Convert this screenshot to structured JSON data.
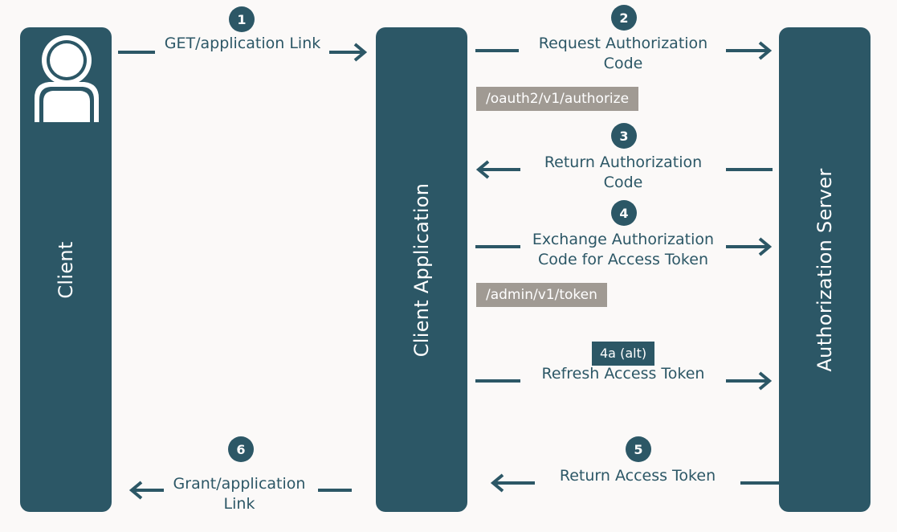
{
  "actors": {
    "client": "Client",
    "client_app": "Client Application",
    "auth_server": "Authorization Server"
  },
  "steps": [
    {
      "num": "1",
      "label": "GET/application Link"
    },
    {
      "num": "2",
      "label_line1": "Request Authorization",
      "label_line2": "Code",
      "endpoint": "/oauth2/v1/authorize"
    },
    {
      "num": "3",
      "label_line1": "Return Authorization",
      "label_line2": "Code"
    },
    {
      "num": "4",
      "label_line1": "Exchange Authorization",
      "label_line2": "Code for Access Token",
      "endpoint": "/admin/v1/token"
    },
    {
      "num": "4a (alt)",
      "label": "Refresh Access Token"
    },
    {
      "num": "5",
      "label": "Return Access Token"
    },
    {
      "num": "6",
      "label_line1": "Grant/application",
      "label_line2": "Link"
    }
  ],
  "icons": {
    "user": "user-icon"
  },
  "colors": {
    "primary": "#2c5766",
    "endpoint_bg": "#a09a93",
    "background": "#fbf9f8"
  }
}
